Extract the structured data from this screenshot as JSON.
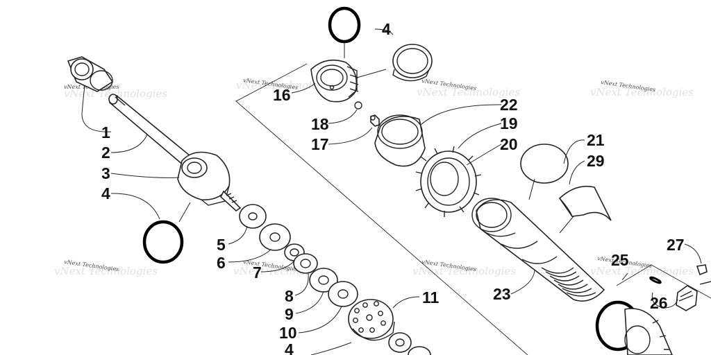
{
  "diagram": {
    "watermark": "vNext Technologies",
    "callouts": [
      "1",
      "2",
      "3",
      "4",
      "5",
      "6",
      "7",
      "8",
      "9",
      "10",
      "11",
      "16",
      "18",
      "17",
      "22",
      "19",
      "20",
      "21",
      "29",
      "23",
      "25",
      "27",
      "26",
      "4",
      "4"
    ]
  }
}
